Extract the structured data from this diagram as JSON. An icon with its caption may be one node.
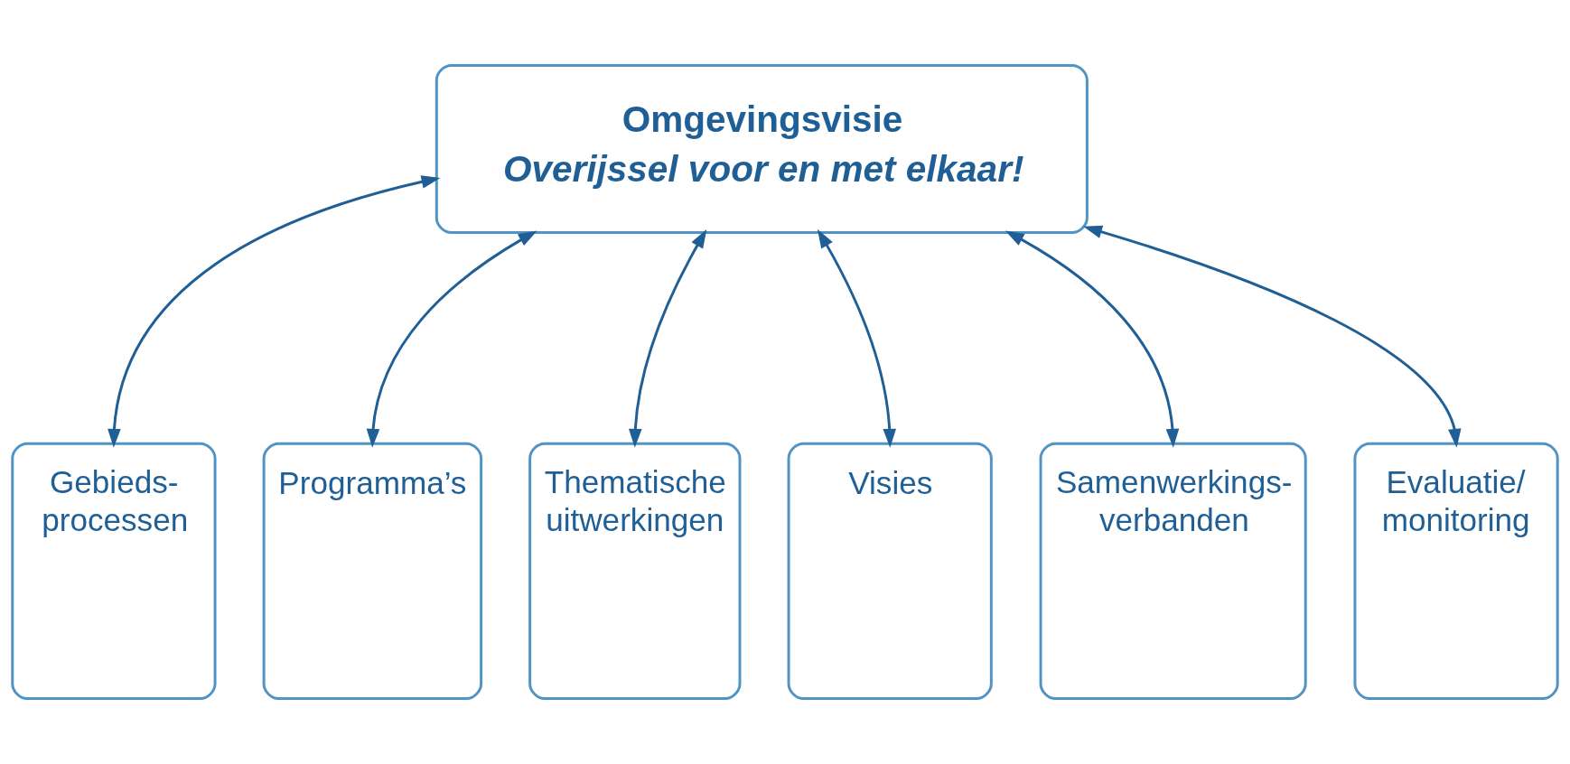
{
  "diagram": {
    "nodes": [
      {
        "text": [
          "Omgevingsvisie",
          "Overijssel voor en met elkaar!"
        ]
      },
      {
        "text": [
          "Gebieds- processen"
        ]
      },
      {
        "text": [
          "Programma’s"
        ]
      },
      {
        "text": [
          "Thematische uitwerkingen"
        ]
      },
      {
        "text": [
          "Visies"
        ]
      },
      {
        "text": [
          "Samenwerkings- verbanden"
        ]
      },
      {
        "text": [
          "Evaluatie/ monitoring"
        ]
      }
    ],
    "edges": [
      {
        "from": 0,
        "to": 1,
        "arrow": "both"
      },
      {
        "from": 0,
        "to": 2,
        "arrow": "both"
      },
      {
        "from": 0,
        "to": 3,
        "arrow": "both"
      },
      {
        "from": 0,
        "to": 4,
        "arrow": "both"
      },
      {
        "from": 0,
        "to": 5,
        "arrow": "both"
      },
      {
        "from": 0,
        "to": 6,
        "arrow": "both"
      }
    ]
  }
}
